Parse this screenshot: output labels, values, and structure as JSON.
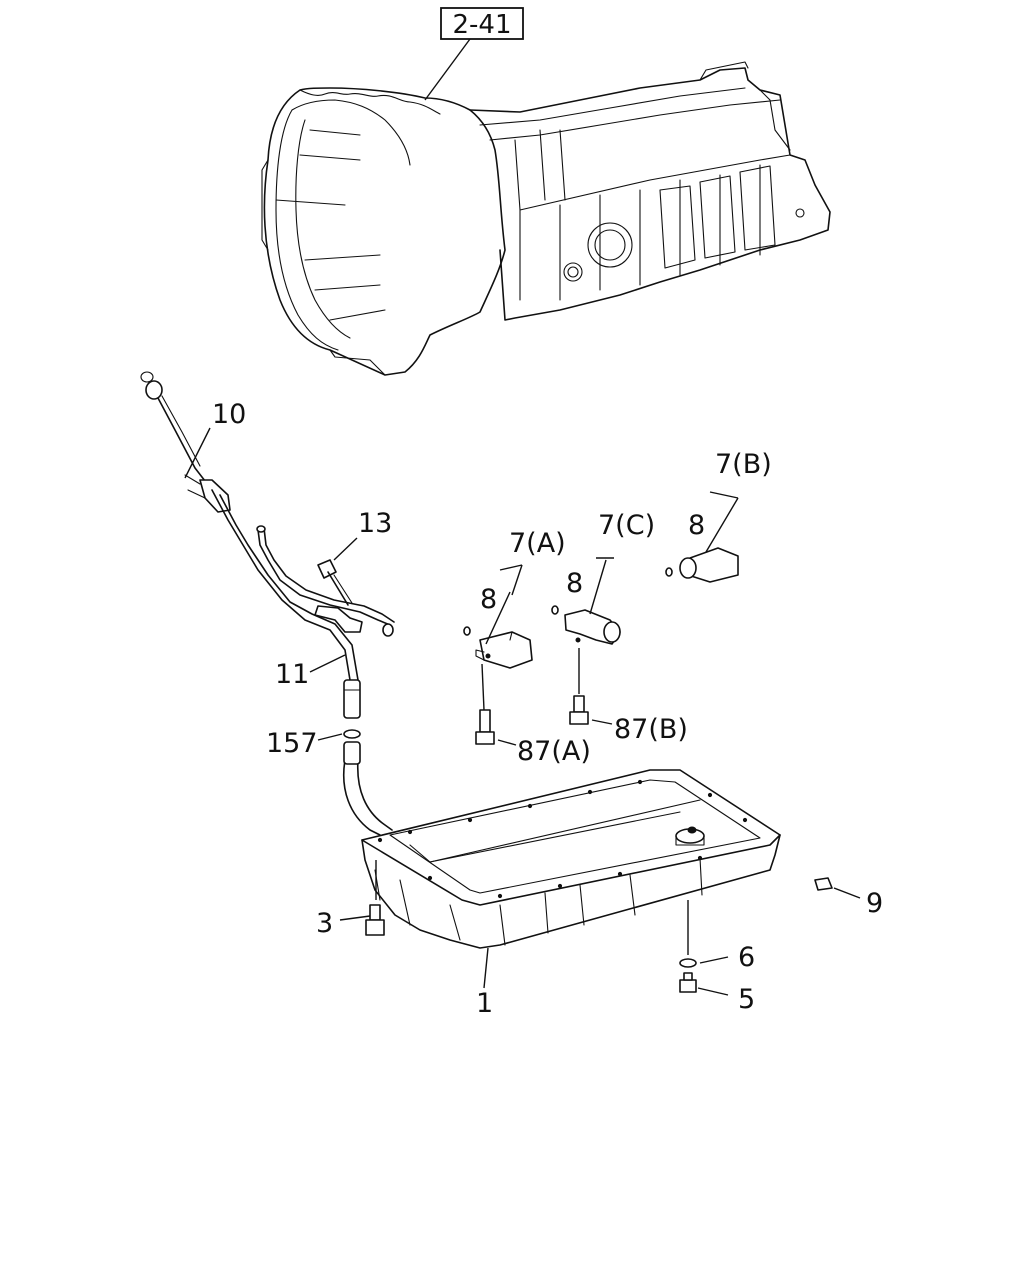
{
  "reference_box": "2-41",
  "callouts": {
    "c1": "1",
    "c3": "3",
    "c5": "5",
    "c6": "6",
    "c9": "9",
    "c10": "10",
    "c11": "11",
    "c13": "13",
    "c157": "157",
    "c7a": "7(A)",
    "c7b": "7(B)",
    "c7c": "7(C)",
    "c8a": "8",
    "c8b": "8",
    "c8c": "8",
    "c87a": "87(A)",
    "c87b": "87(B)"
  }
}
